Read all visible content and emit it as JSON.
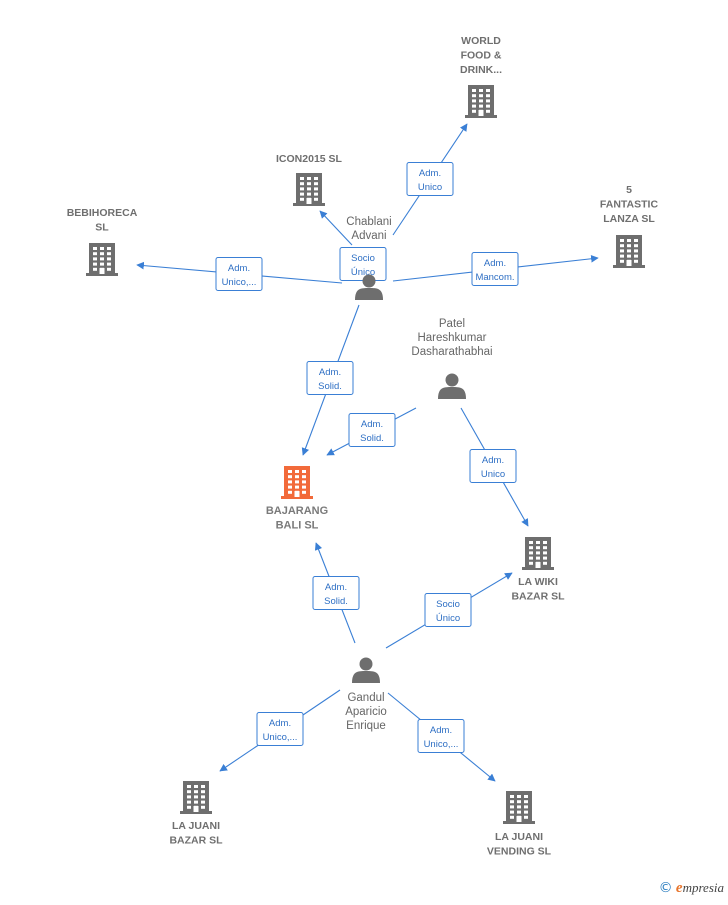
{
  "colors": {
    "edge": "#3a7fd5",
    "edge_text": "#2e6fc4",
    "company_icon": "#6e6e6e",
    "focus_icon": "#f26a3a",
    "person_icon": "#6e6e6e",
    "label": "#666666"
  },
  "icons": {
    "company": "building-icon",
    "person": "person-icon"
  },
  "nodes": [
    {
      "id": "world",
      "type": "company",
      "label": [
        "WORLD",
        "FOOD &",
        "DRINK..."
      ]
    },
    {
      "id": "icon2015",
      "type": "company",
      "label": [
        "ICON2015  SL"
      ]
    },
    {
      "id": "bebihoreca",
      "type": "company",
      "label": [
        "BEBIHORECA",
        "SL"
      ]
    },
    {
      "id": "fantastic",
      "type": "company",
      "label": [
        "5",
        "FANTASTIC",
        "LANZA  SL"
      ]
    },
    {
      "id": "chablani",
      "type": "person",
      "label": [
        "Chablani",
        "Advani"
      ]
    },
    {
      "id": "patel",
      "type": "person",
      "label": [
        "Patel",
        "Hareshkumar",
        "Dasharathabhai"
      ]
    },
    {
      "id": "bajarang",
      "type": "focus",
      "label": [
        "BAJARANG",
        "BALI  SL"
      ]
    },
    {
      "id": "lawiki",
      "type": "company",
      "label": [
        "LA WIKI",
        "BAZAR SL"
      ]
    },
    {
      "id": "gandul",
      "type": "person",
      "label": [
        "Gandul",
        "Aparicio",
        "Enrique"
      ]
    },
    {
      "id": "juanibazar",
      "type": "company",
      "label": [
        "LA JUANI",
        "BAZAR  SL"
      ]
    },
    {
      "id": "juanivending",
      "type": "company",
      "label": [
        "LA JUANI",
        "VENDING  SL"
      ]
    }
  ],
  "edges": [
    {
      "from": "chablani",
      "to": "world",
      "label": [
        "Adm.",
        "Unico"
      ]
    },
    {
      "from": "chablani",
      "to": "icon2015",
      "label": [
        "Socio",
        "Único"
      ]
    },
    {
      "from": "chablani",
      "to": "bebihoreca",
      "label": [
        "Adm.",
        "Unico,..."
      ]
    },
    {
      "from": "chablani",
      "to": "fantastic",
      "label": [
        "Adm.",
        "Mancom."
      ]
    },
    {
      "from": "chablani",
      "to": "bajarang",
      "label": [
        "Adm.",
        "Solid."
      ]
    },
    {
      "from": "patel",
      "to": "bajarang",
      "label": [
        "Adm.",
        "Solid."
      ]
    },
    {
      "from": "patel",
      "to": "lawiki",
      "label": [
        "Adm.",
        "Unico"
      ]
    },
    {
      "from": "gandul",
      "to": "bajarang",
      "label": [
        "Adm.",
        "Solid."
      ]
    },
    {
      "from": "gandul",
      "to": "lawiki",
      "label": [
        "Socio",
        "Único"
      ]
    },
    {
      "from": "gandul",
      "to": "juanibazar",
      "label": [
        "Adm.",
        "Unico,..."
      ]
    },
    {
      "from": "gandul",
      "to": "juanivending",
      "label": [
        "Adm.",
        "Unico,..."
      ]
    }
  ],
  "footer": {
    "copyright": "©",
    "brand_initial": "e",
    "brand_rest": "mpresia"
  }
}
